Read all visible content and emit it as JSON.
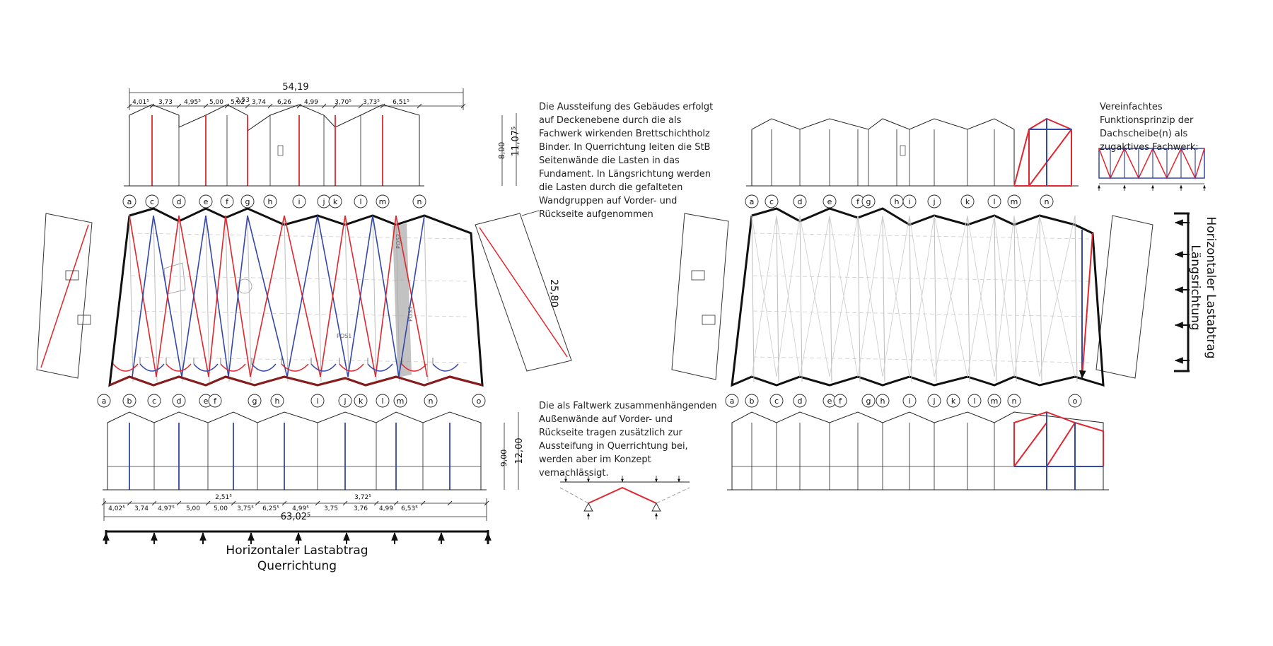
{
  "colors": {
    "line": "#222222",
    "grey": "#9a9a9a",
    "red": "#e0262e",
    "blue": "#3348a8"
  },
  "left": {
    "top_total": "54,19",
    "top_dims": [
      "4,01⁵",
      "3,73",
      "4,95⁵",
      "5,00",
      "5,02",
      "3,74",
      "6,26",
      "4,99",
      "3,70⁵",
      "3,73⁵",
      "6,51⁵"
    ],
    "top_dim_extra": "2,53",
    "top_height": "8,00",
    "top_height_total": "11,07⁵",
    "top_axes": [
      "a",
      "c",
      "d",
      "e",
      "f",
      "g",
      "h",
      "i",
      "j",
      "k",
      "l",
      "m",
      "n"
    ],
    "plan_depth": "25,80",
    "plan_labels": [
      "POS1",
      "POS2",
      "POS3"
    ],
    "bottom_axes": [
      "a",
      "b",
      "c",
      "d",
      "e",
      "f",
      "g",
      "h",
      "i",
      "j",
      "k",
      "l",
      "m",
      "n",
      "o"
    ],
    "bottom_height": "9,00",
    "bottom_height_total": "12,00",
    "bottom_dims": [
      "4,02⁵",
      "3,74",
      "4,97⁵",
      "5,00",
      "5,00",
      "3,75⁵",
      "6,25⁵",
      "4,99⁵",
      "3,75",
      "3,76",
      "4,99",
      "6,53⁵"
    ],
    "bottom_dim_extra1": "2,51⁵",
    "bottom_dim_extra2": "3,72⁵",
    "bottom_total": "63,02⁵",
    "load_label_1": "Horizontaler Lastabtrag",
    "load_label_2": "Querrichtung"
  },
  "right": {
    "top_axes": [
      "a",
      "c",
      "d",
      "e",
      "f",
      "g",
      "h",
      "i",
      "j",
      "k",
      "l",
      "m",
      "n"
    ],
    "bottom_axes": [
      "a",
      "b",
      "c",
      "d",
      "e",
      "f",
      "g",
      "h",
      "i",
      "j",
      "k",
      "l",
      "m",
      "n",
      "o"
    ],
    "load_label_1": "Horizontaler Lastabtrag",
    "load_label_2": "Längsrichtung"
  },
  "notes": {
    "main": "Die Aussteifung des Gebäudes erfolgt auf Deckenebene durch die als Fachwerk wirkenden Brettschichtholz Binder. In Querrichtung leiten die StB Seitenwände die Lasten in das Fundament. In Längsrichtung werden die Lasten durch die gefalteten Wandgruppen auf Vorder- und Rückseite aufgenommen",
    "faltwerk": "Die als Faltwerk zusammenhängenden Außenwände auf Vorder- und Rückseite tragen zusätzlich zur Aussteifung in Querrichtung bei, werden aber im Konzept vernachlässigt.",
    "principle": "Vereinfachtes Funktionsprinzip der Dachscheibe(n) als zugaktives Fachwerk:"
  }
}
